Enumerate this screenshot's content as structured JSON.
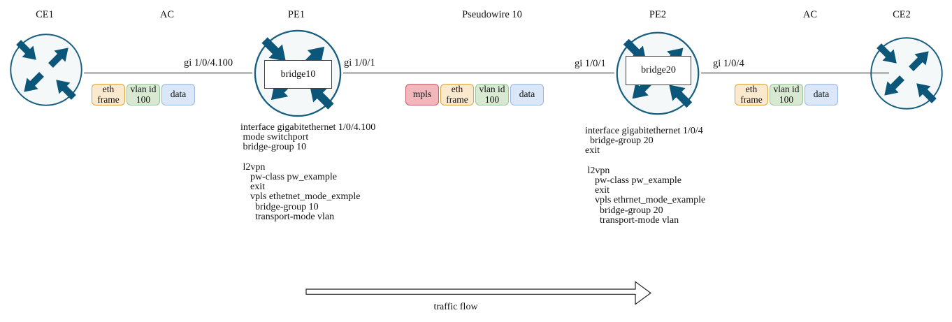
{
  "diagram": {
    "nodes": {
      "ce1": {
        "label": "CE1"
      },
      "pe1": {
        "label": "PE1",
        "bridge": "bridge10"
      },
      "pe2": {
        "label": "PE2",
        "bridge": "bridge20"
      },
      "ce2": {
        "label": "CE2"
      }
    },
    "segments": {
      "ac_left": {
        "label": "AC"
      },
      "pseudowire": {
        "label": "Pseudowire 10"
      },
      "ac_right": {
        "label": "AC"
      }
    },
    "interfaces": {
      "ce1_pe1": "gi 1/0/4.100",
      "pe1_core": "gi 1/0/1",
      "pe2_core": "gi 1/0/1",
      "pe2_ce2": "gi 1/0/4"
    },
    "frames": {
      "ac_left": [
        "eth frame",
        "vlan id 100",
        "data"
      ],
      "pseudowire": [
        "mpls",
        "eth frame",
        "vlan id 100",
        "data"
      ],
      "ac_right": [
        "eth frame",
        "vlan id 100",
        "data"
      ]
    },
    "configs": {
      "pe1": "interface gigabitethernet 1/0/4.100\n mode switchport\n bridge-group 10\n\n l2vpn\n    pw-class pw_example\n    exit\n    vpls ethetnet_mode_exmple\n      bridge-group 10\n      transport-mode vlan",
      "pe2": "interface gigabitethernet 1/0/4\n  bridge-group 20\nexit\n\n l2vpn\n    pw-class pw_example\n    exit\n    vpls ethrnet_mode_example\n      bridge-group 20\n      transport-mode vlan"
    },
    "traffic_flow_label": "traffic flow",
    "colors": {
      "router_stroke": "#175f80",
      "router_arrow": "#0c5679",
      "router_fill": "#f5f8f8",
      "mpls_fill": "#f1b7bb",
      "mpls_stroke": "#c4606a",
      "eth_frame_fill": "#fbe9ce",
      "eth_frame_stroke": "#d9a43e",
      "vlan_fill": "#d8e9d2",
      "vlan_stroke": "#9cc49a",
      "data_fill": "#d9e7f9",
      "data_stroke": "#9ab5e0",
      "link_line": "#4d4d4d"
    }
  }
}
